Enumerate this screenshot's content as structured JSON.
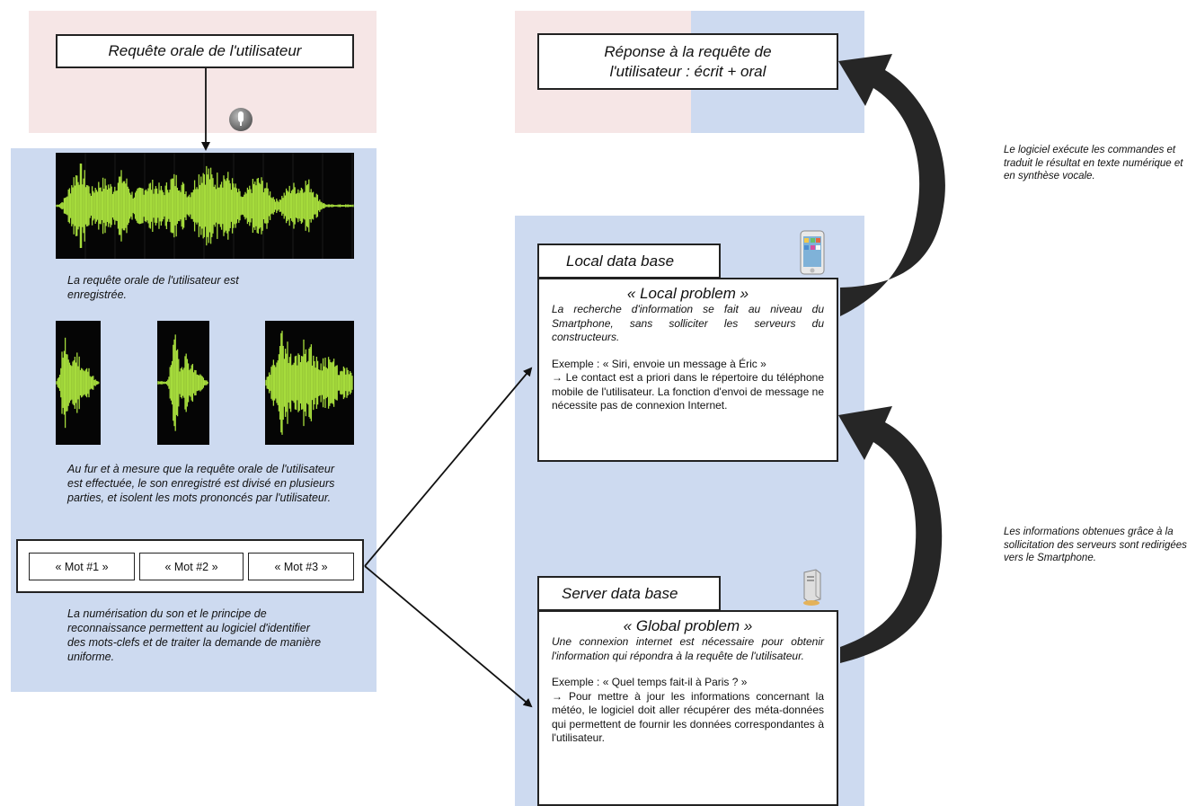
{
  "request_box": "Requête orale de l'utilisateur",
  "response_box": "Réponse à la requête de l'utilisateur : écrit + oral",
  "caption_recorded": "La requête orale de l'utilisateur est enregistrée.",
  "caption_split": "Au fur et à mesure que la requête orale de l'utilisateur est effectuée, le son enregistré est divisé en plusieurs parties, et isolent les mots prononcés par l'utilisateur.",
  "words": [
    "« Mot #1 »",
    "« Mot #2 »",
    "« Mot #3 »"
  ],
  "caption_numerisation": "La numérisation du son et le principe de reconnaissance permettent au logiciel d'identifier des mots-clefs et de traiter la demande de manière uniforme.",
  "local": {
    "label": "Local data base",
    "title": "« Local problem »",
    "description": "La recherche d'information se fait au niveau du Smartphone, sans solliciter les serveurs du constructeurs.",
    "example": "Exemple : « Siri, envoie un message à Éric »",
    "detail": "→ Le contact est a priori dans le répertoire du téléphone mobile de l'utilisateur. La fonction d'envoi de message ne nécessite pas de connexion Internet."
  },
  "server": {
    "label": "Server data base",
    "title": "« Global problem »",
    "description": "Une connexion internet est nécessaire pour obtenir l'information qui répondra à la requête de l'utilisateur.",
    "example": "Exemple : « Quel temps fait-il à Paris ? »",
    "detail": "→ Pour mettre à jour les informations concernant la météo, le logiciel doit aller récupérer des méta-données qui permettent de fournir les données correspondantes à l'utilisateur."
  },
  "note_execute": "Le logiciel exécute les commandes et traduit le résultat en texte numérique et en synthèse vocale.",
  "note_servers": "Les informations obtenues grâce à la sollicitation des serveurs sont redirigées vers le Smartphone.",
  "colors": {
    "pink_bg": "#f6e6e6",
    "blue_bg": "#cddaf0",
    "waveform": "#a6dc3c",
    "arrow_dark": "#262626"
  },
  "icons": [
    "microphone-icon",
    "smartphone-icon",
    "server-icon"
  ]
}
